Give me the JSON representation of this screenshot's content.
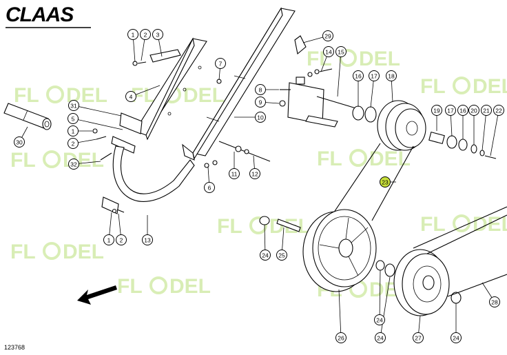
{
  "brand": {
    "logo": "CLAAS"
  },
  "watermark": {
    "text_left": "FL",
    "text_right": "DEL"
  },
  "drawing_number": "123768",
  "callouts": [
    {
      "n": "1"
    },
    {
      "n": "2"
    },
    {
      "n": "3"
    },
    {
      "n": "29"
    },
    {
      "n": "14"
    },
    {
      "n": "15"
    },
    {
      "n": "7"
    },
    {
      "n": "4"
    },
    {
      "n": "8"
    },
    {
      "n": "16"
    },
    {
      "n": "17"
    },
    {
      "n": "18"
    },
    {
      "n": "9"
    },
    {
      "n": "31"
    },
    {
      "n": "10"
    },
    {
      "n": "19"
    },
    {
      "n": "17"
    },
    {
      "n": "16"
    },
    {
      "n": "20"
    },
    {
      "n": "21"
    },
    {
      "n": "22"
    },
    {
      "n": "5"
    },
    {
      "n": "1"
    },
    {
      "n": "2"
    },
    {
      "n": "30"
    },
    {
      "n": "11"
    },
    {
      "n": "12"
    },
    {
      "n": "32"
    },
    {
      "n": "6"
    },
    {
      "n": "23"
    },
    {
      "n": "1"
    },
    {
      "n": "2"
    },
    {
      "n": "13"
    },
    {
      "n": "24"
    },
    {
      "n": "25"
    },
    {
      "n": "28"
    },
    {
      "n": "24"
    },
    {
      "n": "26"
    },
    {
      "n": "24"
    },
    {
      "n": "27"
    },
    {
      "n": "24"
    }
  ],
  "colors": {
    "highlight": "#c8df3a",
    "watermark": "#b9e07a",
    "ink": "#000000"
  }
}
